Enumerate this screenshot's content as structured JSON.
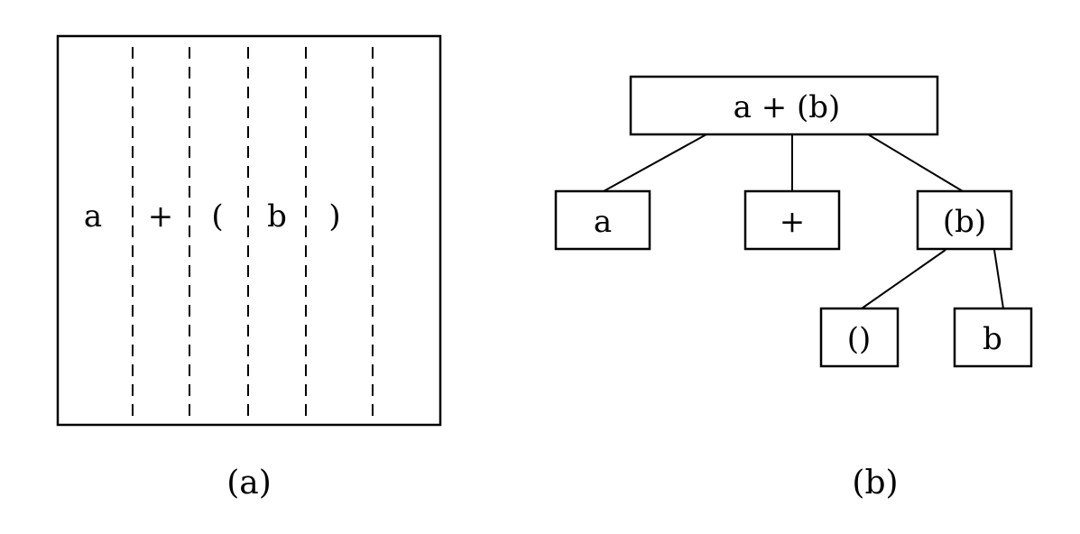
{
  "panel_a": {
    "tokens": [
      "a",
      "+",
      "(",
      "b",
      ")"
    ],
    "caption": "(a)"
  },
  "panel_b": {
    "root": "a + (b)",
    "children": [
      "a",
      "+",
      "(b)"
    ],
    "grandchildren": [
      "()",
      "b"
    ],
    "caption": "(b)"
  }
}
